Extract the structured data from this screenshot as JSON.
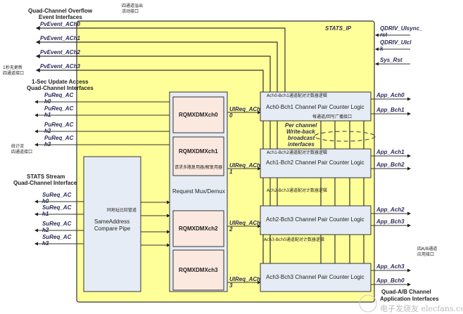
{
  "title": "STATS_IP",
  "headings": {
    "overflow": [
      "Quad-Channel Overflow",
      "Event Interfaces"
    ],
    "update": [
      "1-Sec Update Access",
      "Quad-Channel Interfaces"
    ],
    "stream": [
      "STATS Stream",
      "Quad-Channel Interface"
    ],
    "app": [
      "Quad-A/B Channel",
      "Application Interfaces"
    ]
  },
  "zh_notes": {
    "overflow": [
      "四通道溢出",
      "活动接口"
    ],
    "update": [
      "1秒无更新",
      "四通道接口"
    ],
    "stream": [
      "统计流",
      "四通道接口"
    ],
    "compare": "同地址比较管道",
    "mux": "请求多路复用器/解复用器",
    "writeback": "每通道/回写广播接口",
    "app": [
      "四A/B通道",
      "应用接口"
    ],
    "pair0": "Ach0-Bch1通道配对计数器逻辑",
    "pair1": "Ach1-Bch2通道配对计数器逻辑",
    "pair2": "Ach2-Bch3通道配对计数器逻辑",
    "pair3": "Ach3-Bch0通道配对计数器逻辑"
  },
  "pv_events": [
    "PvEvent_ACh0",
    "PvEvent_ACh1",
    "PvEvent_ACh2",
    "PvEvent_ACh3"
  ],
  "pu_req": [
    [
      "PuReq_AC",
      "h0"
    ],
    [
      "PuReq_AC",
      "h1"
    ],
    [
      "PuReq_AC",
      "h2"
    ],
    [
      "PuReq_AC",
      "h3"
    ]
  ],
  "su_req": [
    [
      "SuReq_AC",
      "h0"
    ],
    [
      "SuReq_AC",
      "h1"
    ],
    [
      "SuReq_AC",
      "h2"
    ],
    [
      "SuReq_AC",
      "h3"
    ]
  ],
  "ui_req": [
    [
      "UIReq_ACh",
      "0"
    ],
    [
      "UIReq_ACh",
      "1"
    ],
    [
      "UIReq_ACh",
      "2"
    ],
    [
      "UIReq_ACh",
      "3"
    ]
  ],
  "rqmx": [
    "RQMXDMXch0",
    "RQMXDMXch1",
    "RQMXDMXch2",
    "RQMXDMXch3"
  ],
  "mux_label": "Request Mux/Demux",
  "compare_label": [
    "SameAddress",
    "Compare Pipe"
  ],
  "counters": [
    "Ach0-Bch1 Channel Pair Counter Logic",
    "Ach1-Bch2 Channel Pair Counter Logic",
    "Ach2-Bch3 Channel Pair Counter Logic",
    "Ach3-Bch3 Channel Pair Counter Logic"
  ],
  "writeback_label": [
    "Per channel",
    "Write-back",
    "broadcast",
    "interfaces"
  ],
  "right_inputs": [
    [
      "QDRIV_UIsync_",
      "rst"
    ],
    [
      "QDRIV_UIcl",
      "k"
    ],
    [
      "Sys_Rst",
      ""
    ]
  ],
  "app_outputs": [
    "App_Ach0",
    "App_Bch1",
    "App_Ach1",
    "App_Bch2",
    "App_Ach2",
    "App_Bch3",
    "App_Ach3",
    "App_Bch0"
  ],
  "watermark": "电子发烧友 elecfans.com",
  "colors": {
    "ip_fill": "#ffff99",
    "block_fill": "#e6ecf5",
    "rqmx_fill": "#fbe9e0",
    "line": "#222222"
  }
}
